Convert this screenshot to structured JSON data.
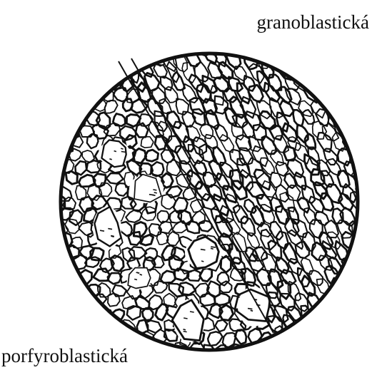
{
  "labels": {
    "top": "granoblastická",
    "bottom": "porfyroblastická"
  },
  "colors": {
    "background": "#ffffff",
    "ink": "#111111"
  },
  "figure": {
    "kind": "rock thin-section sketch",
    "grain_texture": "polygonal mineral grains",
    "divided_by": "two parallel diagonal boundary lines"
  }
}
